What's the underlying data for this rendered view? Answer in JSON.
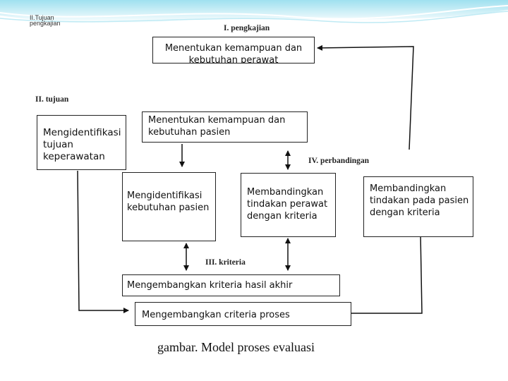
{
  "header": {
    "small_title_line1": "II.Tujuan",
    "small_title_line2": "pengkajian"
  },
  "labels": {
    "pengkajian": "I. pengkajian",
    "tujuan": "II. tujuan",
    "perbandingan": "IV. perbandingan",
    "kriteria": "III. kriteria"
  },
  "boxes": {
    "kemampuan_perawat": "Menentukan kemampuan dan kebutuhan perawat",
    "identifikasi_tujuan": "Mengidentifikasi tujuan keperawatan",
    "kemampuan_pasien": "Menentukan kemampuan dan kebutuhan pasien",
    "identifikasi_kebutuhan": "Mengidentifikasi kebutuhan pasien",
    "membandingkan_perawat": "Membandingkan tindakan perawat dengan kriteria",
    "membandingkan_pasien": "Membandingkan tindakan pada pasien dengan kriteria",
    "kriteria_hasil": "Mengembangkan kriteria hasil akhir",
    "criteria_proses": "Mengembangkan criteria proses"
  },
  "caption": "gambar. Model proses evaluasi"
}
